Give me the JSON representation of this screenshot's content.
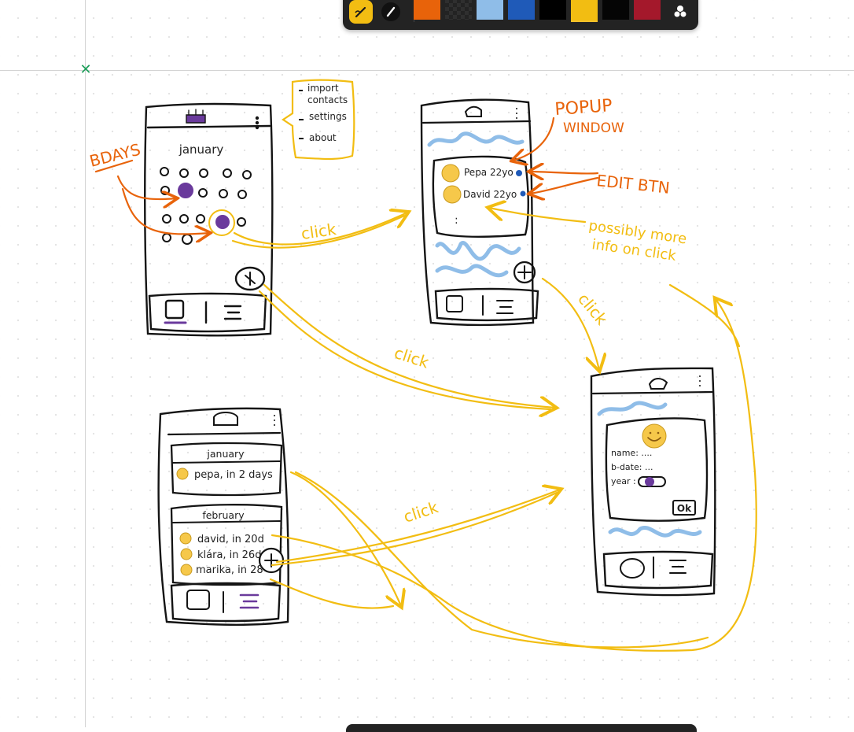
{
  "toolbar": {
    "tools": [
      {
        "icon": "pen-tool-icon",
        "active": true
      },
      {
        "icon": "marker-tool-icon",
        "active": false
      }
    ],
    "swatches": [
      {
        "color": "#e8630a",
        "pattern": "solid"
      },
      {
        "color": "#2d2d2d",
        "pattern": "checker"
      },
      {
        "color": "#8fbde8",
        "pattern": "solid"
      },
      {
        "color": "#1f5ab8",
        "pattern": "solid"
      },
      {
        "color": "#000000",
        "pattern": "solid"
      },
      {
        "color": "#f2bd12",
        "pattern": "solid",
        "selected": true
      },
      {
        "color": "#050505",
        "pattern": "solid"
      },
      {
        "color": "#a4182b",
        "pattern": "solid"
      }
    ],
    "palette_icon": "color-palette-icon"
  },
  "sketch1": {
    "month": "january",
    "menu": [
      "import",
      "contacts",
      "settings",
      "about"
    ]
  },
  "sketch2": {
    "rows": [
      "Pepa 22yo",
      "David 22yo"
    ],
    "more": ":"
  },
  "sketch3": {
    "name_label": "name: ....",
    "bdate_label": "b-date: ...",
    "year_label": "year :",
    "ok_label": "Ok"
  },
  "sketch4": {
    "group1_header": "january",
    "group1_items": [
      "pepa, in 2 days"
    ],
    "group2_header": "february",
    "group2_items": [
      "david, in 20d",
      "klára, in 26d",
      "marika, in 28"
    ]
  },
  "notes": {
    "bdays": "BDAYS",
    "popup": "POPUP",
    "window": "WINDOW",
    "edit_btn": "EDIT BTN",
    "more_info_1": "possibly more",
    "more_info_2": "info on click",
    "click1": "click",
    "click2": "click",
    "click3": "click",
    "click4": "click"
  },
  "colors": {
    "ink": "#141414",
    "orange": "#e8630a",
    "yellow": "#f2bd12",
    "purple": "#6a3a9c",
    "lightblue": "#8fbde8",
    "blue": "#1f5ab8",
    "emoji": "#f6c84a"
  }
}
